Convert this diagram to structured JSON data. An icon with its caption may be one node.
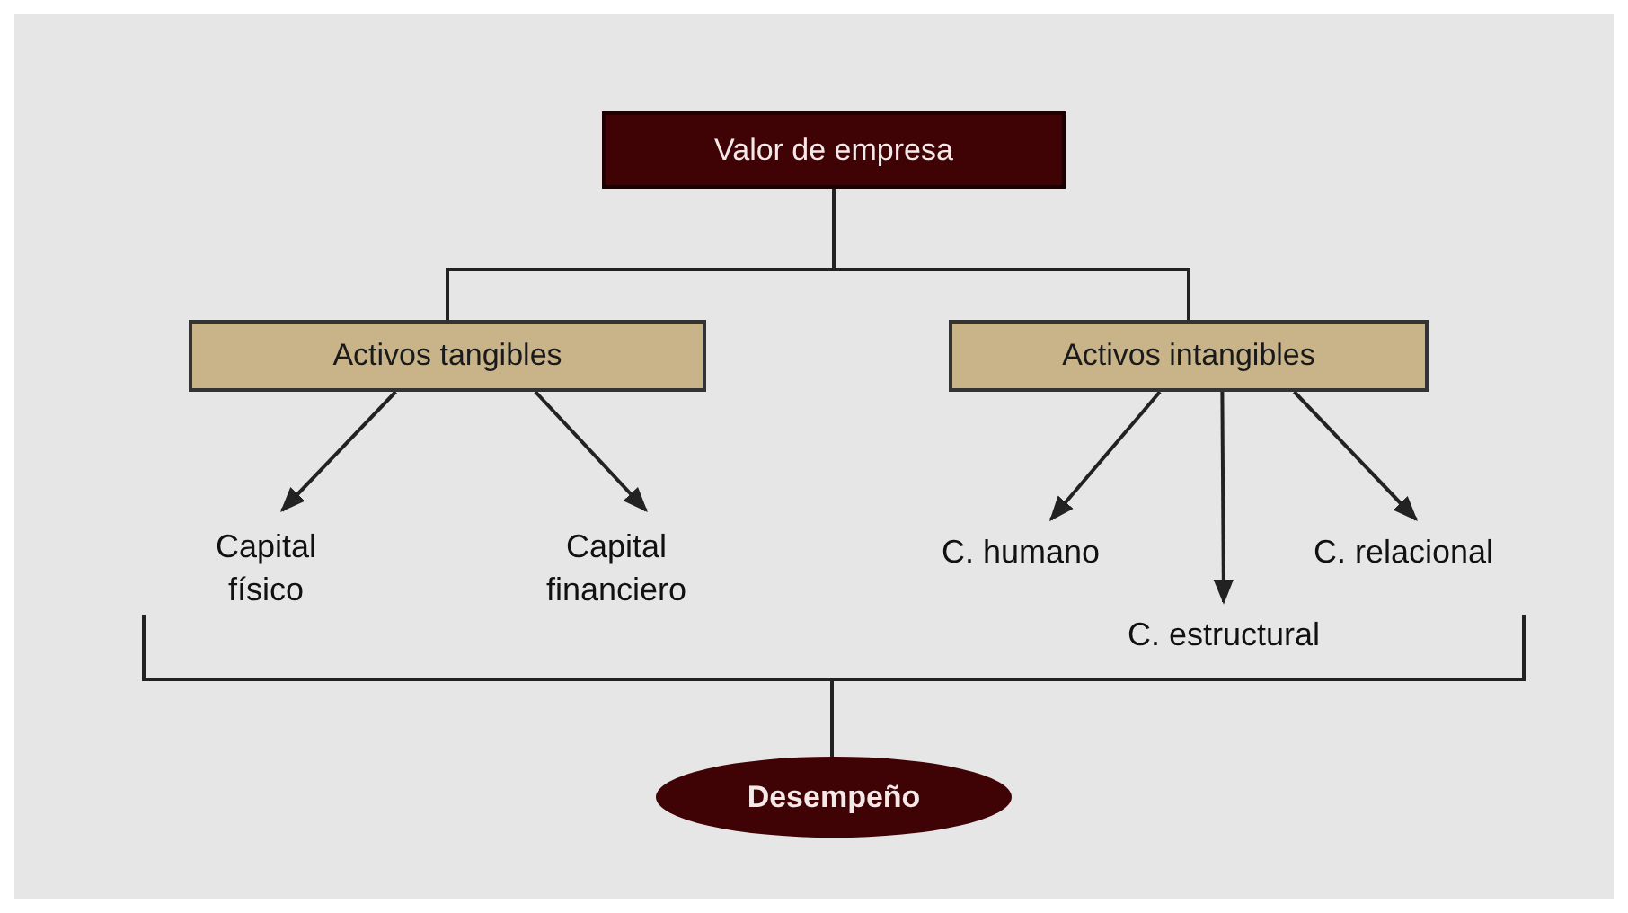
{
  "diagram": {
    "nodes": [
      {
        "text": [
          "Valor de empresa"
        ]
      },
      {
        "text": [
          "Activos tangibles"
        ]
      },
      {
        "text": [
          "Activos intangibles"
        ]
      },
      {
        "text": [
          "Capital físico"
        ]
      },
      {
        "text": [
          "Capital financiero"
        ]
      },
      {
        "text": [
          "C. humano"
        ]
      },
      {
        "text": [
          "C. estructural"
        ]
      },
      {
        "text": [
          "C. relacional"
        ]
      },
      {
        "text": [
          "Desempeño"
        ]
      }
    ],
    "edges": [
      {
        "from": 0,
        "to": 1,
        "arrow": "none"
      },
      {
        "from": 0,
        "to": 2,
        "arrow": "none"
      },
      {
        "from": 1,
        "to": 3,
        "arrow": "to"
      },
      {
        "from": 1,
        "to": 4,
        "arrow": "to"
      },
      {
        "from": 2,
        "to": 5,
        "arrow": "to"
      },
      {
        "from": 2,
        "to": 6,
        "arrow": "to"
      },
      {
        "from": 2,
        "to": 7,
        "arrow": "to"
      }
    ]
  }
}
